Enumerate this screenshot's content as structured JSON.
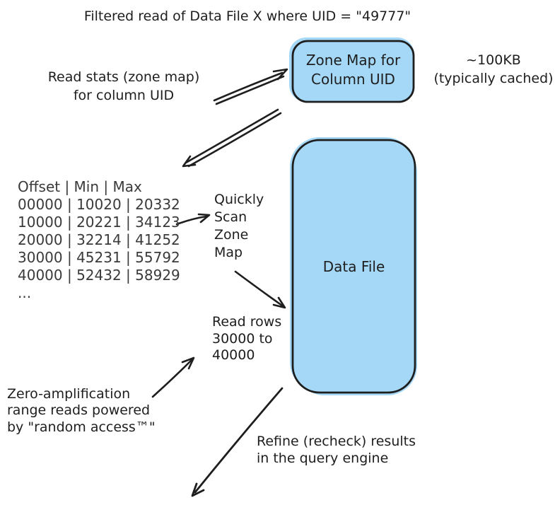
{
  "title": "Filtered read of Data File X where UID = \"49777\"",
  "zone_map_box": {
    "lines": [
      "Zone Map for",
      "Column UID"
    ]
  },
  "size_note": {
    "lines": [
      "~100KB",
      "(typically cached)"
    ]
  },
  "read_stats_note": {
    "lines": [
      "Read stats (zone map)",
      "for column UID"
    ]
  },
  "zone_map_table": {
    "header": "Offset | Min | Max",
    "rows": [
      "00000 | 10020 | 20332",
      "10000 | 20221 | 34123",
      "20000 | 32214 | 41252",
      "30000 | 45231 | 55792",
      "40000 | 52432 | 58929"
    ],
    "more": "..."
  },
  "scan_note": {
    "lines": [
      "Quickly",
      "Scan",
      "Zone",
      "Map"
    ]
  },
  "data_file_box": {
    "label": "Data File"
  },
  "read_rows_note": {
    "lines": [
      "Read rows",
      "30000 to",
      "40000"
    ]
  },
  "zero_amp_note": {
    "lines": [
      "Zero-amplification",
      "range reads powered",
      "by \"random access™\""
    ]
  },
  "refine_note": {
    "lines": [
      "Refine (recheck) results",
      "in the query engine"
    ]
  },
  "colors": {
    "box_fill": "#a5d8f7",
    "ink": "#1e1e1e",
    "table_text": "#3a3a3a",
    "background": "#ffffff"
  }
}
